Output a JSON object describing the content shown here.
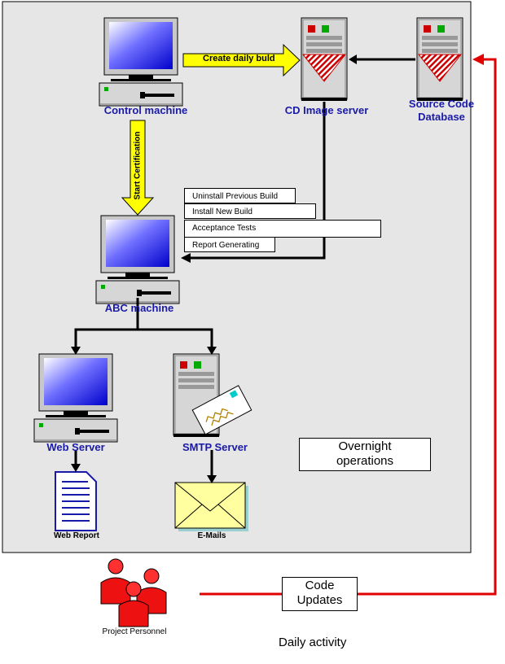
{
  "nodes": {
    "control_machine": "Control machine",
    "cd_image_server": "CD Image server",
    "source_code_database": "Source Code Database",
    "abc_machine": "ABC machine",
    "web_server": "Web Server",
    "smtp_server": "SMTP Server",
    "web_report": "Web Report",
    "emails": "E-Mails",
    "project_personnel": "Project Personnel"
  },
  "arrows": {
    "create_daily_build": "Create daily buld",
    "start_certification": "Start Certification"
  },
  "steps": [
    "Uninstall Previous Build",
    "Install New Build",
    "Acceptance Tests",
    "Report Generating"
  ],
  "boxes": {
    "overnight_operations": "Overnight operations",
    "code_updates": "Code Updates"
  },
  "captions": {
    "daily_activity": "Daily activity"
  },
  "icons": {
    "control_machine": "desktop-computer-icon",
    "abc_machine": "desktop-computer-icon",
    "web_server": "desktop-computer-icon",
    "cd_image_server": "server-tower-icon",
    "source_code_database": "server-tower-icon",
    "smtp_server": "server-tower-icon",
    "web_report": "document-icon",
    "emails": "envelope-icon",
    "project_personnel": "people-group-icon"
  },
  "colors": {
    "region_fill": "#e6e6e6",
    "label_blue": "#1a1aa8",
    "flow_yellow": "#ffff00",
    "update_red": "#e00000"
  }
}
